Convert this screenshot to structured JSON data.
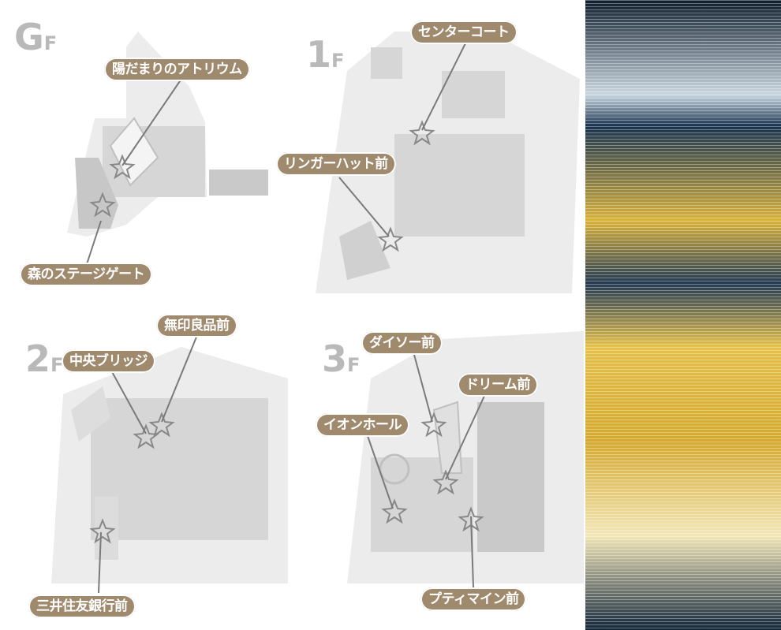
{
  "floors": [
    {
      "num": "G",
      "f": "F"
    },
    {
      "num": "1",
      "f": "F"
    },
    {
      "num": "2",
      "f": "F"
    },
    {
      "num": "3",
      "f": "F"
    }
  ],
  "spots": {
    "gf": [
      "陽だまりのアトリウム",
      "森のステージゲート"
    ],
    "f1": [
      "センターコート",
      "リンガーハット前"
    ],
    "f2": [
      "無印良品前",
      "中央ブリッジ",
      "三井住友銀行前"
    ],
    "f3": [
      "ダイソー前",
      "ドリーム前",
      "イオンホール",
      "プティマイン前"
    ]
  },
  "colors": {
    "label_bg": "#a08a6e",
    "map_area": "#ececec",
    "building": "#d6d6d6",
    "floor_text": "#b9b9b9",
    "photo_sky": "#0e1d2c",
    "photo_gold": "#d9b23a"
  },
  "icons": {
    "spot_marker": "star-icon"
  }
}
